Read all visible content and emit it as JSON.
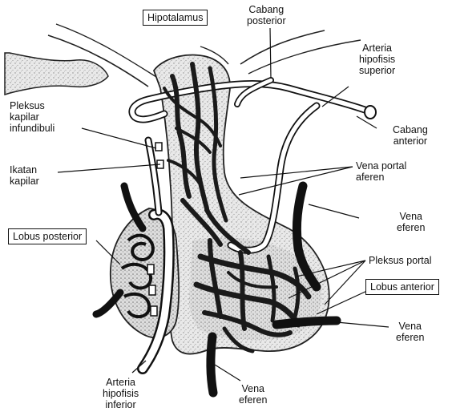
{
  "labels": {
    "hipotalamus": "Hipotalamus",
    "cabang_posterior": [
      "Cabang",
      "posterior"
    ],
    "arteria_hipofisis_superior": [
      "Arteria",
      "hipofisis",
      "superior"
    ],
    "pleksus_kapilar": [
      "Pleksus",
      "kapilar",
      "infundibuli"
    ],
    "cabang_anterior": [
      "Cabang",
      "anterior"
    ],
    "ikatan_kapilar": [
      "Ikatan",
      "kapilar"
    ],
    "vena_portal_aferen": [
      "Vena portal",
      "aferen"
    ],
    "vena_eferen_right": [
      "Vena",
      "eferen"
    ],
    "lobus_posterior": "Lobus posterior",
    "pleksus_portal": "Pleksus portal",
    "lobus_anterior": "Lobus anterior",
    "vena_eferen_lower": [
      "Vena",
      "eferen"
    ],
    "arteria_hipofisis_inferior": [
      "Arteria",
      "hipofisis",
      "inferior"
    ],
    "vena_eferen_bottom": [
      "Vena",
      "eferen"
    ]
  }
}
